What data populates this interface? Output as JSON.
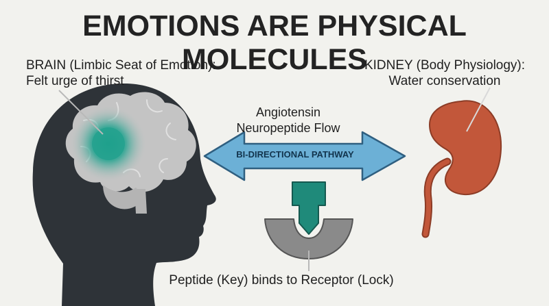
{
  "title": "EMOTIONS ARE PHYSICAL MOLECULES",
  "brain": {
    "label_line1": "BRAIN (Limbic Seat of Emotion):",
    "label_line2": "Felt urge of thirst"
  },
  "kidney": {
    "label_line1": "KIDNEY (Body Physiology):",
    "label_line2": "Water conservation"
  },
  "flow": {
    "label_line1": "Angiotensin",
    "label_line2": "Neuropeptide Flow"
  },
  "pathway": {
    "label": "BI-DIRECTIONAL PATHWAY"
  },
  "lock_key": {
    "label": "Peptide (Key) binds to Receptor (Lock)"
  },
  "colors": {
    "background": "#f2f2ee",
    "head": "#2e3338",
    "brain": "#c4c4c4",
    "limbic_glow": "#1fa08c",
    "arrow": "#6cb0d6",
    "kidney": "#c2573a",
    "key": "#1f8a7a",
    "lock": "#8a8a8a"
  }
}
